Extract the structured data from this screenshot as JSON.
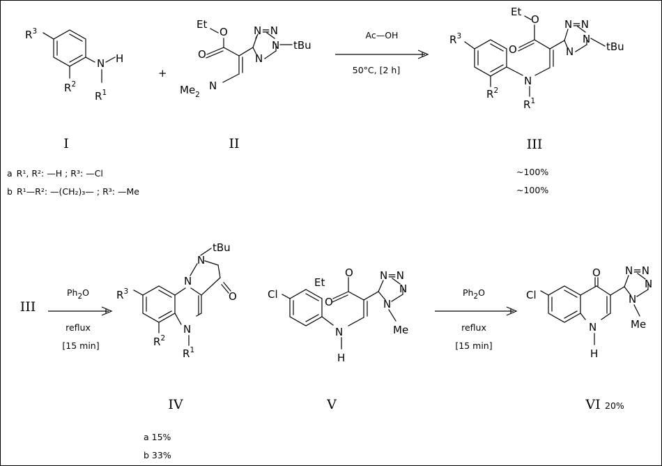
{
  "compounds": {
    "I": "I",
    "II": "II",
    "III": "III",
    "IV": "IV",
    "V": "V",
    "VI": "VI"
  },
  "atoms": {
    "r3": "R",
    "r3_sup": "3",
    "r2": "R",
    "r2_sup": "2",
    "r1": "R",
    "r1_sup": "1",
    "n": "N",
    "h": "H",
    "et": "Et",
    "o": "O",
    "tbu": "tBu",
    "me2": "Me",
    "me2_sub": "2",
    "cl": "Cl",
    "me": "Me"
  },
  "reactions": {
    "step1": {
      "reagent": "Ac—OH",
      "condition": "50°C, [2 h]"
    },
    "step2": {
      "reagent_main": "Ph",
      "reagent_sub": "2",
      "reagent_tail": "O",
      "condition1": "reflux",
      "condition2": "[15 min]"
    },
    "step3": {
      "reagent_main": "Ph",
      "reagent_sub": "2",
      "reagent_tail": "O",
      "condition1": "reflux",
      "condition2": "[15 min]"
    },
    "plus": "+"
  },
  "substituents": {
    "a": {
      "tag": "a",
      "text": "R¹, R²: —H ; R³: —Cl"
    },
    "b": {
      "tag": "b",
      "text": "R¹—R²: —(CH₂)₃— ; R³: —Me"
    }
  },
  "yields": {
    "III_a": "~100%",
    "III_b": "~100%",
    "IV_a": "a 15%",
    "IV_b": "b 33%",
    "VI": "20%"
  }
}
